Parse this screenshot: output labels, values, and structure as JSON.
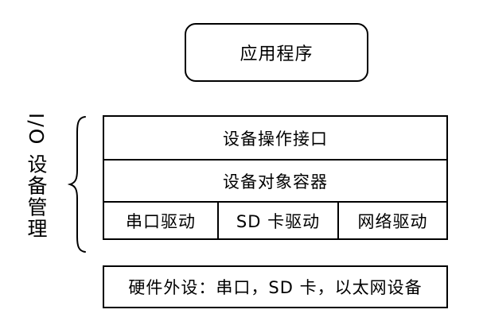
{
  "diagram": {
    "title_box": "应用程序",
    "side_label": "I/O 设备管理",
    "stack": {
      "interface_layer": "设备操作接口",
      "container_layer": "设备对象容器",
      "drivers": [
        "串口驱动",
        "SD 卡驱动",
        "网络驱动"
      ]
    },
    "hardware_box": "硬件外设：串口，SD 卡，以太网设备",
    "colors": {
      "line": "#000000",
      "background": "#ffffff",
      "text": "#000000"
    }
  }
}
